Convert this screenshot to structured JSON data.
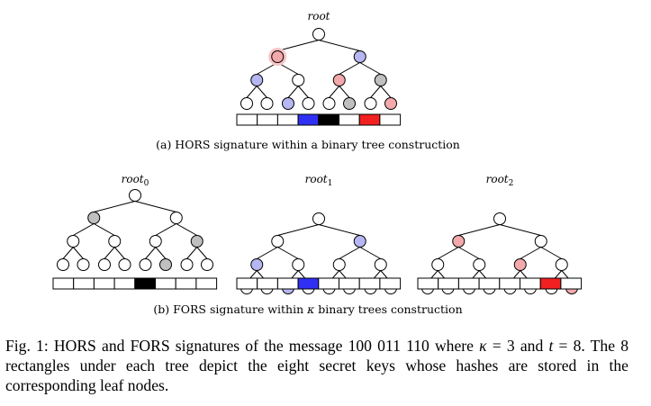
{
  "colors": {
    "blue": "#b6b6f2",
    "red": "#f3a9ab",
    "gray": "#bfbfbf",
    "key_blue": "#3030f5",
    "key_black": "#000000",
    "key_red": "#f22020",
    "white": "#ffffff"
  },
  "captions": {
    "a": "(a) HORS signature within a binary tree construction",
    "b_prefix": "(b) FORS signature within ",
    "b_kappa": "κ",
    "b_suffix": " binary trees construction"
  },
  "figure_caption": {
    "prefix": "Fig. 1: HORS and FORS signatures of the message 100 011 110 where ",
    "kappa": "κ",
    "eq1": " = 3",
    "mid": " and ",
    "t": "t",
    "eq2": " = 8. The 8 rectangles under each tree depict the eight secret keys whose hashes are stored in the corresponding leaf nodes."
  },
  "trees": [
    {
      "id": "hors",
      "root_label": "root",
      "root_sub": "",
      "level1": [
        "red-halo",
        "blue"
      ],
      "level2": [
        "blue",
        "white",
        "red",
        "gray"
      ],
      "leaves": [
        "white",
        "white",
        "blue",
        "white",
        "white",
        "gray",
        "white",
        "red"
      ],
      "keys": [
        "white",
        "white",
        "white",
        "blue",
        "black",
        "white",
        "red",
        "white"
      ]
    },
    {
      "id": "fors-0",
      "root_label": "root",
      "root_sub": "0",
      "level1": [
        "gray",
        "white"
      ],
      "level2": [
        "white",
        "white",
        "white",
        "gray"
      ],
      "leaves": [
        "white",
        "white",
        "white",
        "white",
        "white",
        "gray",
        "white",
        "white"
      ],
      "keys": [
        "white",
        "white",
        "white",
        "white",
        "black",
        "white",
        "white",
        "white"
      ]
    },
    {
      "id": "fors-1",
      "root_label": "root",
      "root_sub": "1",
      "level1": [
        "white",
        "blue"
      ],
      "level2": [
        "blue",
        "white",
        "white",
        "white"
      ],
      "leaves": [
        "white",
        "white",
        "blue",
        "white",
        "white",
        "white",
        "white",
        "white"
      ],
      "keys": [
        "white",
        "white",
        "white",
        "blue",
        "white",
        "white",
        "white",
        "white"
      ]
    },
    {
      "id": "fors-2",
      "root_label": "root",
      "root_sub": "2",
      "level1": [
        "red",
        "white"
      ],
      "level2": [
        "white",
        "white",
        "red",
        "white"
      ],
      "leaves": [
        "white",
        "white",
        "white",
        "white",
        "white",
        "white",
        "white",
        "red"
      ],
      "keys": [
        "white",
        "white",
        "white",
        "white",
        "white",
        "white",
        "red",
        "white"
      ]
    }
  ]
}
